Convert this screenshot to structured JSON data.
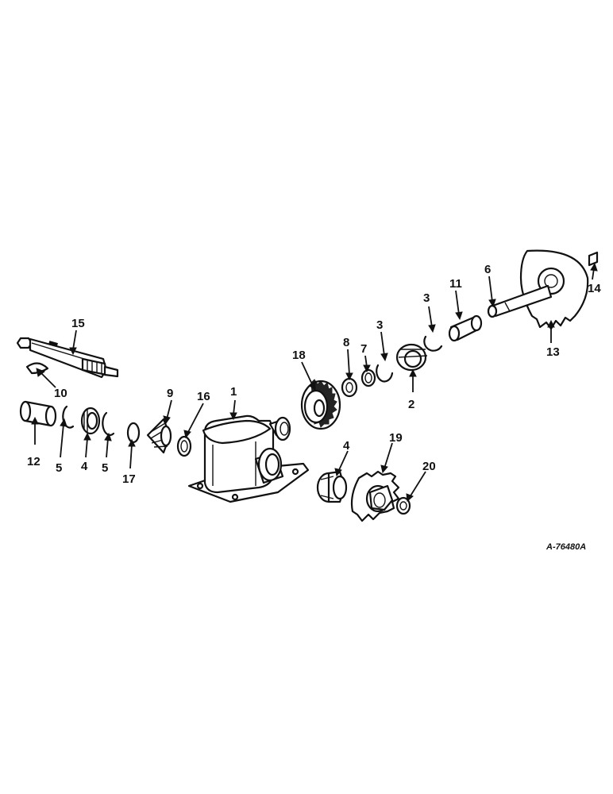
{
  "figure_ref": "A-76480A",
  "callouts": [
    {
      "id": "c1",
      "text": "1"
    },
    {
      "id": "c2",
      "text": "2"
    },
    {
      "id": "c3a",
      "text": "3"
    },
    {
      "id": "c3b",
      "text": "3"
    },
    {
      "id": "c4a",
      "text": "4"
    },
    {
      "id": "c4b",
      "text": "4"
    },
    {
      "id": "c5a",
      "text": "5"
    },
    {
      "id": "c5b",
      "text": "5"
    },
    {
      "id": "c6",
      "text": "6"
    },
    {
      "id": "c7",
      "text": "7"
    },
    {
      "id": "c8",
      "text": "8"
    },
    {
      "id": "c9",
      "text": "9"
    },
    {
      "id": "c10",
      "text": "10"
    },
    {
      "id": "c11",
      "text": "11"
    },
    {
      "id": "c12",
      "text": "12"
    },
    {
      "id": "c13",
      "text": "13"
    },
    {
      "id": "c14",
      "text": "14"
    },
    {
      "id": "c15",
      "text": "15"
    },
    {
      "id": "c16",
      "text": "16"
    },
    {
      "id": "c17",
      "text": "17"
    },
    {
      "id": "c18",
      "text": "18"
    },
    {
      "id": "c19",
      "text": "19"
    },
    {
      "id": "c20",
      "text": "20"
    }
  ]
}
